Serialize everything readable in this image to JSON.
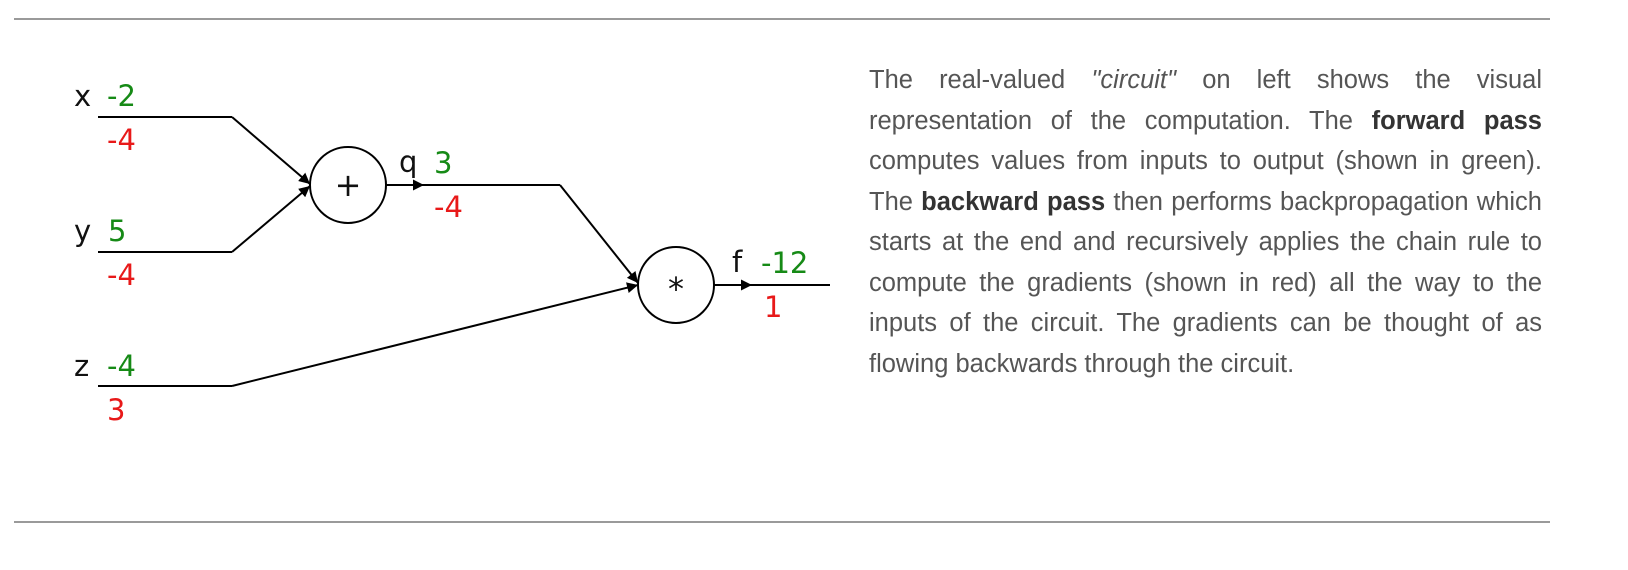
{
  "circuit": {
    "inputs": [
      {
        "name": "x",
        "value": "-2",
        "gradient": "-4"
      },
      {
        "name": "y",
        "value": "5",
        "gradient": "-4"
      },
      {
        "name": "z",
        "value": "-4",
        "gradient": "3"
      }
    ],
    "gates": [
      {
        "id": "add",
        "symbol": "+",
        "output_name": "q",
        "value": "3",
        "gradient": "-4"
      },
      {
        "id": "mul",
        "symbol": "*",
        "output_name": "f",
        "value": "-12",
        "gradient": "1"
      }
    ],
    "colors": {
      "forward_pass": "#168a16",
      "backward_pass": "#e81919",
      "wire": "#000000"
    }
  },
  "description": {
    "part1": "The real-valued ",
    "circuit_term": "\"circuit\"",
    "part2": " on left shows the visual representation of the computation. The ",
    "forward_term": "forward pass",
    "part3": " computes values from inputs to output (shown in green). The ",
    "backward_term": "backward pass",
    "part4": " then performs backpropagation which starts at the end and recursively applies the chain rule to compute the gradients (shown in red) all the way to the inputs of the circuit. The gradients can be thought of as flowing backwards through the circuit."
  }
}
